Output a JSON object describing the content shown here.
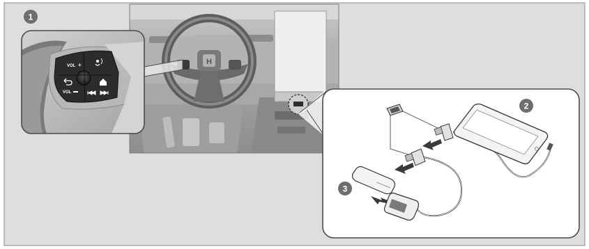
{
  "figure": {
    "callouts": [
      "1",
      "2",
      "3"
    ],
    "steering_buttons": {
      "vol_up": "VOL",
      "vol_down": "VOL"
    },
    "colors": {
      "panel_bg": "#dedede",
      "cabin_bg": "#9a9a9a",
      "frame": "#5a5a5a",
      "callout_circle": "#6e6e6e",
      "arrow": "#4a4a4a"
    },
    "icons": [
      "steering-wheel-icon",
      "usb-port-icon",
      "smartphone-icon",
      "usb-flash-drive-icon",
      "usb-cable-icon",
      "push-arrow-icon"
    ]
  }
}
